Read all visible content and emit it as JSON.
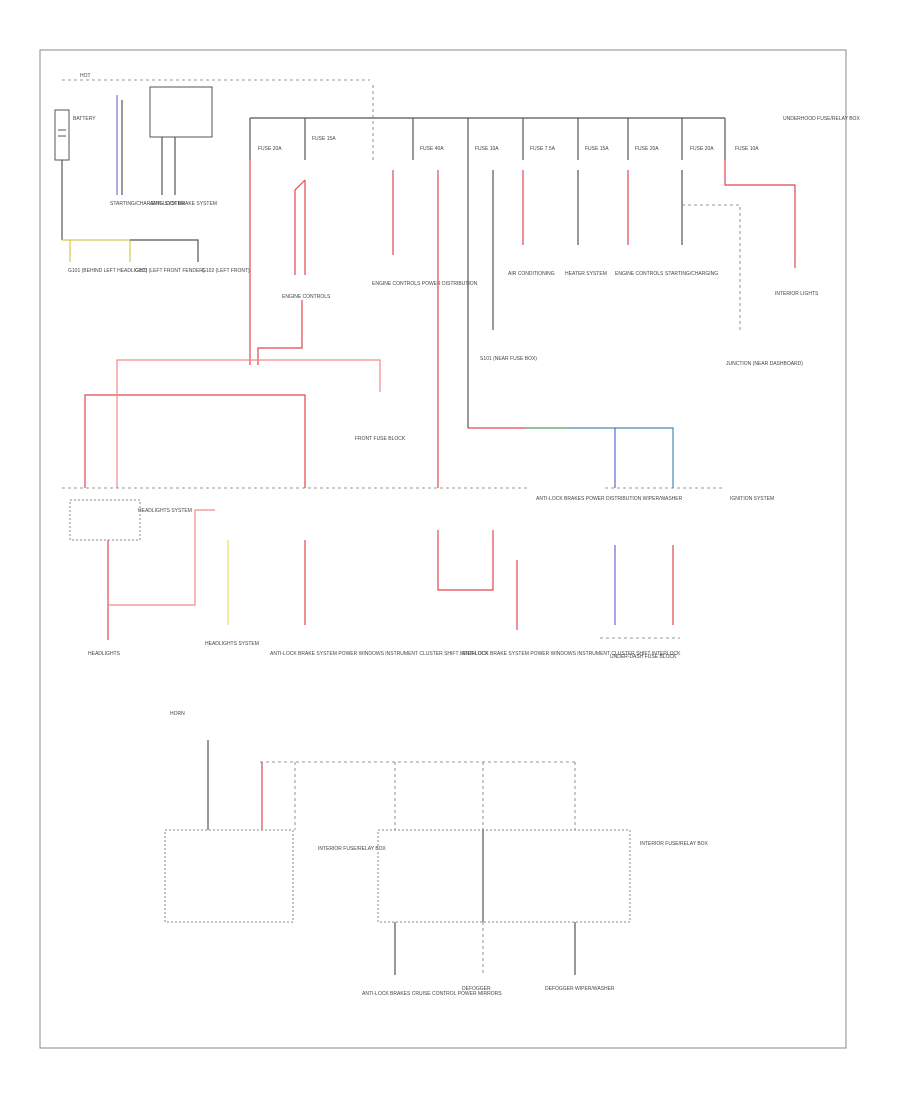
{
  "diagram": {
    "footer_code": "",
    "top_label": "HOT",
    "battery": {
      "label": "BATTERY"
    },
    "labels": {
      "l_starter_cir": "STARTING/CHARGING SYSTEM",
      "l_anti_lock_top": "ANTI-LOCK BRAKE SYSTEM",
      "l_g1": "G101 (BEHIND LEFT HEADLIGHT)",
      "l_g2": "G103 (LEFT FRONT FENDER)",
      "l_g3": "G102 (LEFT FRONT)",
      "l_mid1": "ENGINE CONTROLS",
      "l_mid2": "ENGINE CONTROLS POWER DISTRIBUTION",
      "l_air": "AIR CONDITIONING",
      "l_heater": "HEATER SYSTEM",
      "l_engine": "ENGINE CONTROLS",
      "l_starter2": "STARTING/CHARGING",
      "l_interior": "INTERIOR LIGHTS",
      "l_s101": "S101 (NEAR FUSE BOX)",
      "l_underhood": "UNDERHOOD FUSE/RELAY BOX",
      "l_junction": "JUNCTION (NEAR DASHBOARD)",
      "l_front_fuse": "FRONT FUSE BLOCK",
      "l_headlights1": "HEADLIGHTS SYSTEM",
      "l_headlights2": "HEADLIGHTS",
      "l_antilock_mid": "ANTI-LOCK BRAKES POWER DISTRIBUTION WIPER/WASHER",
      "l_big_block": "ANTI-LOCK BRAKE SYSTEM POWER WINDOWS INSTRUMENT CLUSTER SHIFT INTERLOCK",
      "l_ignition": "IGNITION SYSTEM",
      "l_underdash": "UNDER-DASH FUSE BLOCK",
      "l_bottom_left": "HEADLIGHTS SYSTEM",
      "l_b1": "ANTI-LOCK BRAKES CRUISE CONTROL POWER MIRRORS",
      "l_b2": "DEFOGGER",
      "l_b3": "DEFOGGER WIPER/WASHER",
      "l_right_box": "INTERIOR FUSE/RELAY BOX",
      "l_horn": "HORN"
    },
    "fuse_labels": {
      "f1": "FUSE 20A",
      "f2": "FUSE 15A",
      "f3": "FUSE 40A",
      "f4": "FUSE 10A",
      "f5": "FUSE 7.5A",
      "f6": "FUSE 15A",
      "f7": "FUSE 20A",
      "f8": "FUSE 20A",
      "f9": "FUSE 10A"
    }
  }
}
